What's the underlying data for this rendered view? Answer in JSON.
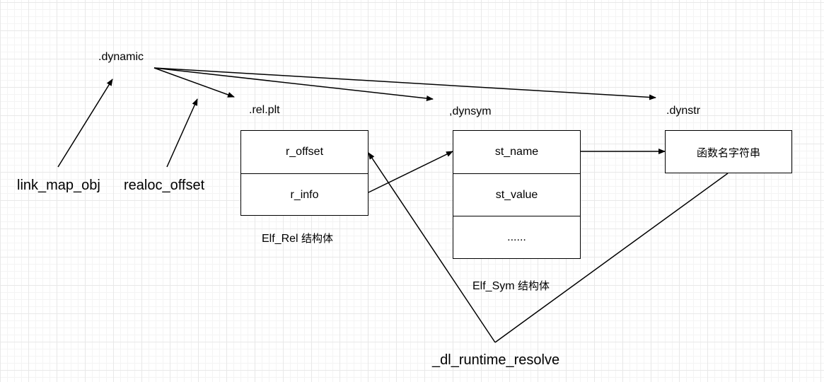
{
  "labels": {
    "dynamic": ".dynamic",
    "link_map_obj": "link_map_obj",
    "realoc_offset": "realoc_offset",
    "rel_plt": ".rel.plt",
    "dynsym": ",dynsym",
    "dynstr": ".dynstr",
    "dl_runtime_resolve": "_dl_runtime_resolve"
  },
  "rel_box": {
    "cells": [
      "r_offset",
      "r_info"
    ],
    "caption_name": "Elf_Rel",
    "caption_cn": "结构体"
  },
  "sym_box": {
    "cells": [
      "st_name",
      "st_value",
      "......"
    ],
    "caption_name": "Elf_Sym",
    "caption_cn": "结构体"
  },
  "str_box": {
    "cells": [
      "函数名字符串"
    ]
  }
}
